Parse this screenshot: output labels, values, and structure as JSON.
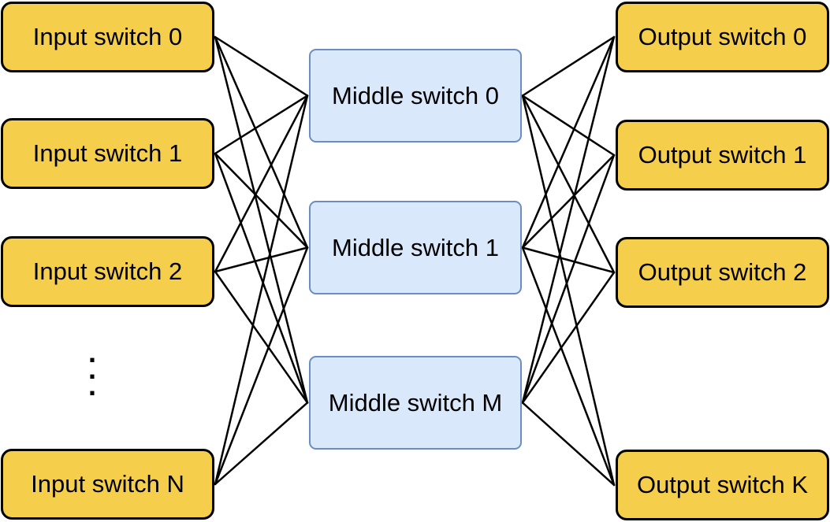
{
  "diagram": {
    "nodes": {
      "inputs": [
        {
          "id": "input-0",
          "label": "Input switch 0"
        },
        {
          "id": "input-1",
          "label": "Input switch 1"
        },
        {
          "id": "input-2",
          "label": "Input switch 2"
        },
        {
          "id": "input-N",
          "label": "Input switch N"
        }
      ],
      "middles": [
        {
          "id": "middle-0",
          "label": "Middle switch 0"
        },
        {
          "id": "middle-1",
          "label": "Middle switch 1"
        },
        {
          "id": "middle-M",
          "label": "Middle switch M"
        }
      ],
      "outputs": [
        {
          "id": "output-0",
          "label": "Output switch 0"
        },
        {
          "id": "output-1",
          "label": "Output switch 1"
        },
        {
          "id": "output-2",
          "label": "Output switch 2"
        },
        {
          "id": "output-K",
          "label": "Output switch K"
        }
      ]
    },
    "ellipsis": ".\n.\n.",
    "edges": {
      "input_to_middle": [
        [
          "input-0",
          "middle-0"
        ],
        [
          "input-0",
          "middle-1"
        ],
        [
          "input-0",
          "middle-M"
        ],
        [
          "input-1",
          "middle-0"
        ],
        [
          "input-1",
          "middle-1"
        ],
        [
          "input-1",
          "middle-M"
        ],
        [
          "input-2",
          "middle-0"
        ],
        [
          "input-2",
          "middle-1"
        ],
        [
          "input-2",
          "middle-M"
        ],
        [
          "input-N",
          "middle-0"
        ],
        [
          "input-N",
          "middle-1"
        ],
        [
          "input-N",
          "middle-M"
        ]
      ],
      "middle_to_output": [
        [
          "middle-0",
          "output-0"
        ],
        [
          "middle-0",
          "output-1"
        ],
        [
          "middle-0",
          "output-2"
        ],
        [
          "middle-0",
          "output-K"
        ],
        [
          "middle-1",
          "output-0"
        ],
        [
          "middle-1",
          "output-1"
        ],
        [
          "middle-1",
          "output-2"
        ],
        [
          "middle-1",
          "output-K"
        ],
        [
          "middle-M",
          "output-0"
        ],
        [
          "middle-M",
          "output-1"
        ],
        [
          "middle-M",
          "output-2"
        ],
        [
          "middle-M",
          "output-K"
        ]
      ]
    },
    "colors": {
      "background": "#FFFFFF",
      "input_output_fill": "#F5CE4B",
      "input_output_border": "#000000",
      "middle_fill": "#DAE8FC",
      "middle_border": "#6C8EBF",
      "edge_stroke": "#000000",
      "text": "#000000"
    }
  }
}
